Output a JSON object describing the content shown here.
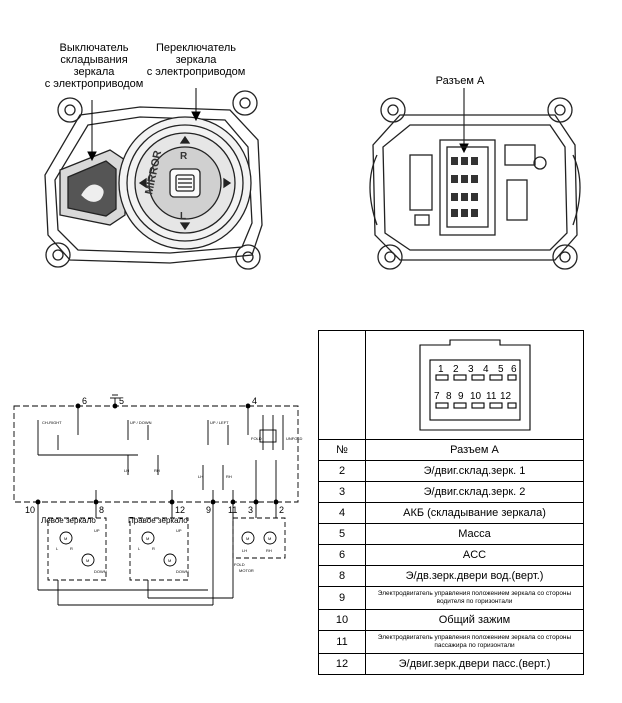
{
  "labels": {
    "fold_switch": [
      "Выключатель",
      "складывания",
      "зеркала",
      "с электроприводом"
    ],
    "mirror_switch": [
      "Переключатель",
      "зеркала",
      "с электроприводом"
    ],
    "connector_a": "Разъем А",
    "mirror_text": "MIRROR",
    "knob_r": "R",
    "knob_l": "L"
  },
  "schematic": {
    "pins_top": [
      "6",
      "5",
      "4"
    ],
    "pins_bottom": [
      "10",
      "8",
      "12",
      "9",
      "11",
      "3",
      "2"
    ],
    "left_mirror": "Левое зеркало",
    "right_mirror": "Правое зеркало",
    "switch_labels": [
      "CH-RIGHT",
      "UP / DOWN",
      "UP / LEFT",
      "LH",
      "RH",
      "LH",
      "RH",
      "FOLD",
      "UNFOLD",
      "M",
      "M",
      "M",
      "M",
      "M",
      "M"
    ],
    "small_labels": [
      "UP",
      "L",
      "R",
      "DOWN",
      "UP",
      "L",
      "R",
      "DOWN",
      "LH",
      "RH",
      "FOLD",
      "MOTOR"
    ]
  },
  "connector_pins": [
    "1",
    "2",
    "3",
    "4",
    "5",
    "6",
    "7",
    "8",
    "9",
    "10",
    "11",
    "12"
  ],
  "table": {
    "header_num": "№",
    "header_conn": "Разъем А",
    "rows": [
      {
        "num": "2",
        "desc": "Э/двиг.склад.зерк. 1"
      },
      {
        "num": "3",
        "desc": "Э/двиг.склад.зерк. 2"
      },
      {
        "num": "4",
        "desc": "АКБ (складывание зеркала)"
      },
      {
        "num": "5",
        "desc": "Масса"
      },
      {
        "num": "6",
        "desc": "ACC"
      },
      {
        "num": "8",
        "desc": "Э/дв.зерк.двери вод.(верт.)"
      },
      {
        "num": "9",
        "desc": "Электродвигатель управления положением зеркала со стороны водителя по горизонтали"
      },
      {
        "num": "10",
        "desc": "Общий зажим"
      },
      {
        "num": "11",
        "desc": "Электродвигатель управления положением зеркала со стороны пассажира по горизонтали"
      },
      {
        "num": "12",
        "desc": "Э/двиг.зерк.двери пасс.(верт.)"
      }
    ]
  }
}
